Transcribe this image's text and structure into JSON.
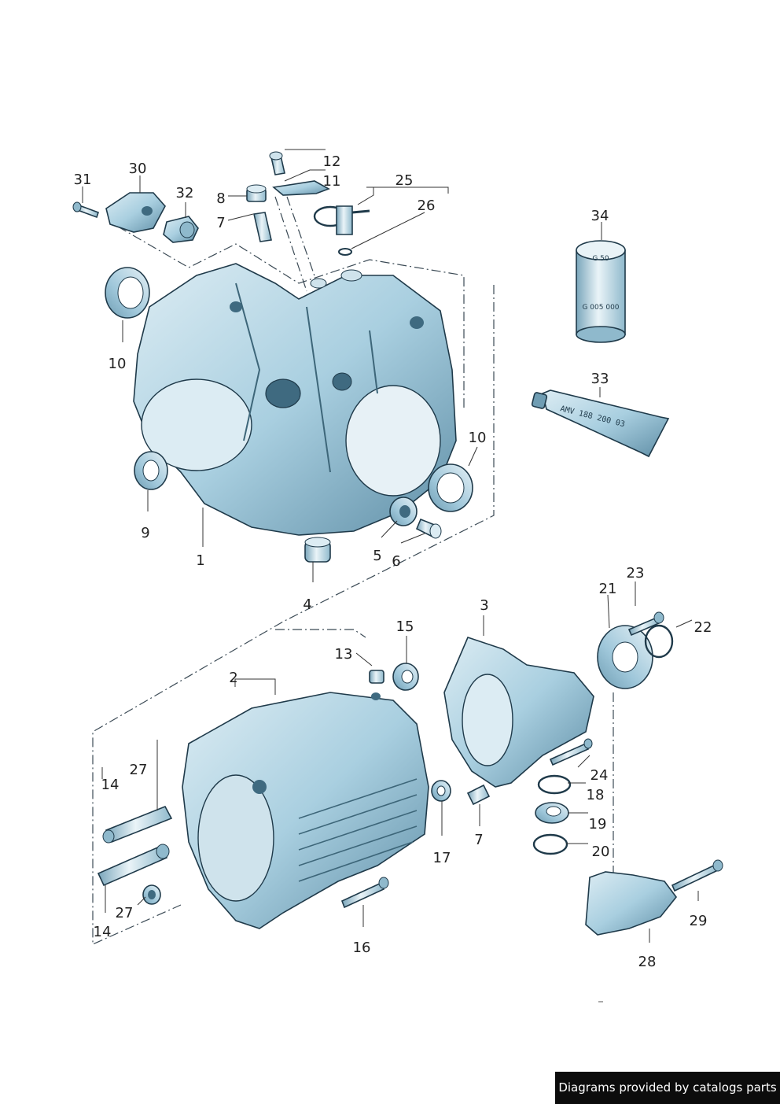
{
  "callouts": {
    "c1": "1",
    "c2": "2",
    "c3": "3",
    "c4": "4",
    "c5": "5",
    "c6": "6",
    "c7a": "7",
    "c7b": "7",
    "c8": "8",
    "c9": "9",
    "c10a": "10",
    "c10b": "10",
    "c11": "11",
    "c12": "12",
    "c13": "13",
    "c14a": "14",
    "c14b": "14",
    "c15": "15",
    "c16": "16",
    "c17": "17",
    "c18": "18",
    "c19": "19",
    "c20": "20",
    "c21": "21",
    "c22": "22",
    "c23": "23",
    "c24": "24",
    "c25": "25",
    "c26": "26",
    "c27a": "27",
    "c27b": "27",
    "c28": "28",
    "c29": "29",
    "c30": "30",
    "c31": "31",
    "c32": "32",
    "c33": "33",
    "c34": "34"
  },
  "can_label_top": "G 50",
  "can_label_bottom": "G 005 000",
  "tube_label": "AMV 188 200 03",
  "footer_text": "Diagrams provided by catalogs parts",
  "colors": {
    "part_fill": "#a9cfe0",
    "part_dark": "#6f9db3",
    "part_light": "#dcecf3",
    "outline": "#1f3a4a"
  }
}
